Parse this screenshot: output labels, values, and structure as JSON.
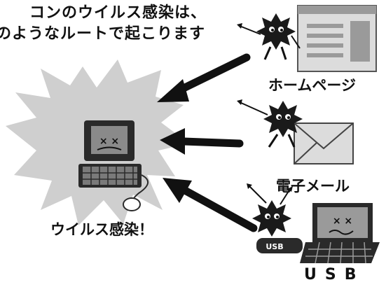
{
  "heading": {
    "line1": "コンのウイルス感染は、",
    "line2": "のようなルートで起こります"
  },
  "center_label": "ウイルス感染！",
  "sources": {
    "homepage": "ホームページ",
    "email": "電子メール",
    "usb": "USB"
  },
  "usb_stick_label": "USB",
  "colors": {
    "ink": "#111111",
    "burst": "#cfcfcf",
    "device": "#9a9a9a",
    "light": "#dcdcdc",
    "virus": "#1a1a1a"
  }
}
